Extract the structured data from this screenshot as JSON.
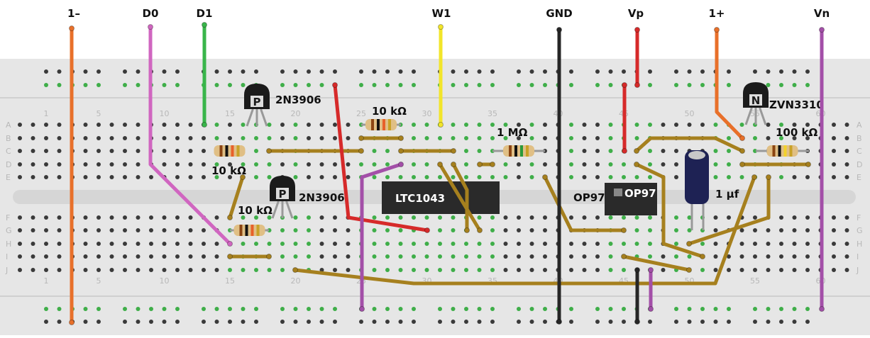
{
  "terminal_labels": [
    "1–",
    "D0",
    "D1",
    "W1",
    "GND",
    "Vp",
    "1+",
    "Vn"
  ],
  "row_letters_top": [
    "A",
    "B",
    "C",
    "D",
    "E"
  ],
  "row_letters_bottom": [
    "F",
    "G",
    "H",
    "I",
    "J"
  ],
  "column_numbers": [
    "1",
    "5",
    "10",
    "15",
    "20",
    "25",
    "30",
    "35",
    "40",
    "45",
    "50",
    "55",
    "60"
  ],
  "components": {
    "q1_label": "2N3906",
    "q2_label": "2N3906",
    "q3_label": "ZVN3310",
    "q1_glyph": "P",
    "q2_glyph": "P",
    "q3_glyph": "N",
    "r1_label": "10 kΩ",
    "r2_label": "10 kΩ",
    "r3_label": "10 kΩ",
    "r4_label": "1 MΩ",
    "r5_label": "100 kΩ",
    "u1_label": "LTC1043",
    "u2_label": "OP97",
    "u2_side_label": "OP97",
    "c1_label": "1 µf"
  },
  "colors": {
    "board": "#e6e6e6",
    "hole": "#3a3a3a",
    "hole_connected": "#3fae49",
    "wire_orange": "#e8702a",
    "wire_pink": "#d066c0",
    "wire_green": "#39b54a",
    "wire_yellow": "#f2e52a",
    "wire_black": "#262626",
    "wire_red": "#d62a2a",
    "wire_purple": "#a34fa8",
    "wire_brown": "#a6801e"
  }
}
